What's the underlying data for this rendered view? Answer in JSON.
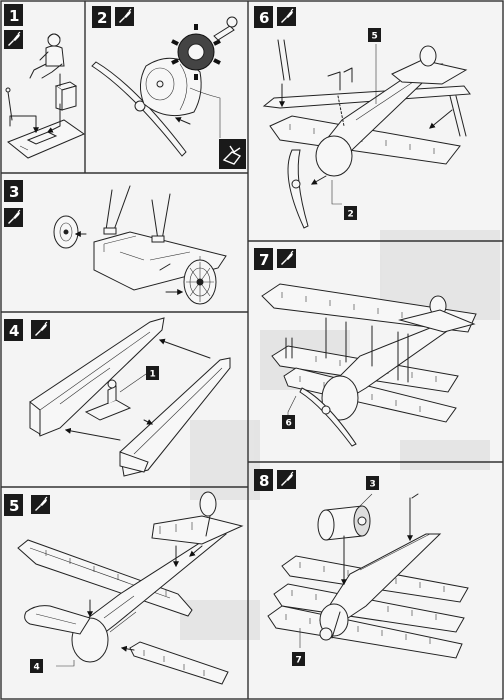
{
  "steps": [
    {
      "number": "1",
      "icon": "glue-icon"
    },
    {
      "number": "2",
      "icon": "glue-icon"
    },
    {
      "number": "3",
      "icon": "glue-icon"
    },
    {
      "number": "4",
      "icon": "glue-icon"
    },
    {
      "number": "5",
      "icon": "glue-icon"
    },
    {
      "number": "6",
      "icon": "glue-icon"
    },
    {
      "number": "7",
      "icon": "glue-icon"
    },
    {
      "number": "8",
      "icon": "glue-icon"
    }
  ],
  "callouts": {
    "step4": "1",
    "step5": "4",
    "step6_top": "5",
    "step6_bottom": "2",
    "step7": "6",
    "step8_top": "3",
    "step8_bottom": "7"
  },
  "colors": {
    "ink": "#222222",
    "paper": "#f4f4f4",
    "badge": "#1a1a1a"
  }
}
